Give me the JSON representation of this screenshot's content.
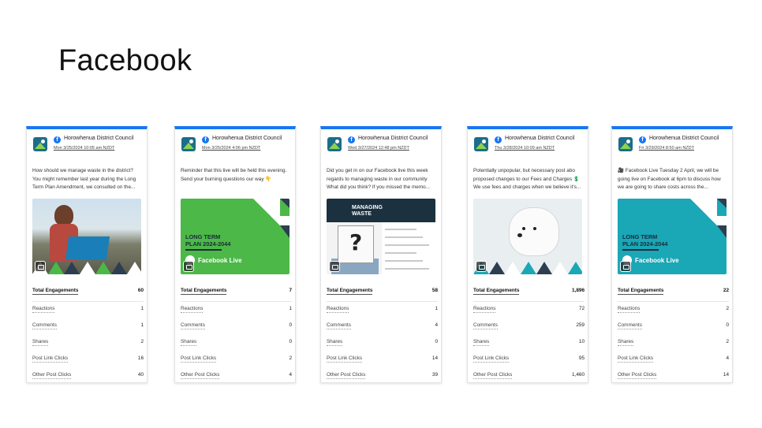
{
  "slide": {
    "title": "Facebook"
  },
  "page_name": "Horowhenua District Council",
  "fb_live_label": "Facebook Live",
  "posts": [
    {
      "date": "Mon 3/25/2024 10:05 am NZDT",
      "text": "How should we manage waste in the district? You might remember last year during the Long Term Plan Amendment, we consulted on the...",
      "media": "photo-woman-recycling-bin",
      "metrics": [
        {
          "label": "Total Engagements",
          "value": "60"
        },
        {
          "label": "Reactions",
          "value": "1"
        },
        {
          "label": "Comments",
          "value": "1"
        },
        {
          "label": "Shares",
          "value": "2"
        },
        {
          "label": "Post Link Clicks",
          "value": "16"
        },
        {
          "label": "Other Post Clicks",
          "value": "40"
        }
      ]
    },
    {
      "date": "Mon 3/25/2024 4:06 pm NZDT",
      "text": "Reminder that this live will be held this evening. Send your burning questions our way 👇",
      "media": "long-term-plan-green",
      "media_title": "LONG TERM\nPLAN 2024-2044",
      "metrics": [
        {
          "label": "Total Engagements",
          "value": "7"
        },
        {
          "label": "Reactions",
          "value": "1"
        },
        {
          "label": "Comments",
          "value": "0"
        },
        {
          "label": "Shares",
          "value": "0"
        },
        {
          "label": "Post Link Clicks",
          "value": "2"
        },
        {
          "label": "Other Post Clicks",
          "value": "4"
        }
      ]
    },
    {
      "date": "Wed 3/27/2024 12:48 pm NZDT",
      "text": "Did you get in on our Facebook live this week regards to managing waste in our community What did you think? If you missed the memo...",
      "media": "managing-waste",
      "media_title": "MANAGING\nWASTE",
      "metrics": [
        {
          "label": "Total Engagements",
          "value": "58"
        },
        {
          "label": "Reactions",
          "value": "1"
        },
        {
          "label": "Comments",
          "value": "4"
        },
        {
          "label": "Shares",
          "value": "0"
        },
        {
          "label": "Post Link Clicks",
          "value": "14"
        },
        {
          "label": "Other Post Clicks",
          "value": "39"
        }
      ]
    },
    {
      "date": "Thu 3/28/2024 10:09 am NZDT",
      "text": "Potentially unpopular, but necessary post abo proposed changes to our Fees and Charges 💲 We use fees and charges when we believe it's...",
      "media": "photo-white-dog",
      "metrics": [
        {
          "label": "Total Engagements",
          "value": "1,896"
        },
        {
          "label": "Reactions",
          "value": "72"
        },
        {
          "label": "Comments",
          "value": "259"
        },
        {
          "label": "Shares",
          "value": "10"
        },
        {
          "label": "Post Link Clicks",
          "value": "95"
        },
        {
          "label": "Other Post Clicks",
          "value": "1,460"
        }
      ]
    },
    {
      "date": "Fri 3/29/2024 8:50 am NZDT",
      "text": "🎥 Facebook Live Tuesday 2 April, we will be going live on Facebook at 6pm to discuss how we are going to share costs across the...",
      "media": "long-term-plan-teal",
      "media_title": "LONG TERM\nPLAN 2024-2044",
      "metrics": [
        {
          "label": "Total Engagements",
          "value": "22"
        },
        {
          "label": "Reactions",
          "value": "2"
        },
        {
          "label": "Comments",
          "value": "0"
        },
        {
          "label": "Shares",
          "value": "2"
        },
        {
          "label": "Post Link Clicks",
          "value": "4"
        },
        {
          "label": "Other Post Clicks",
          "value": "14"
        }
      ]
    }
  ]
}
